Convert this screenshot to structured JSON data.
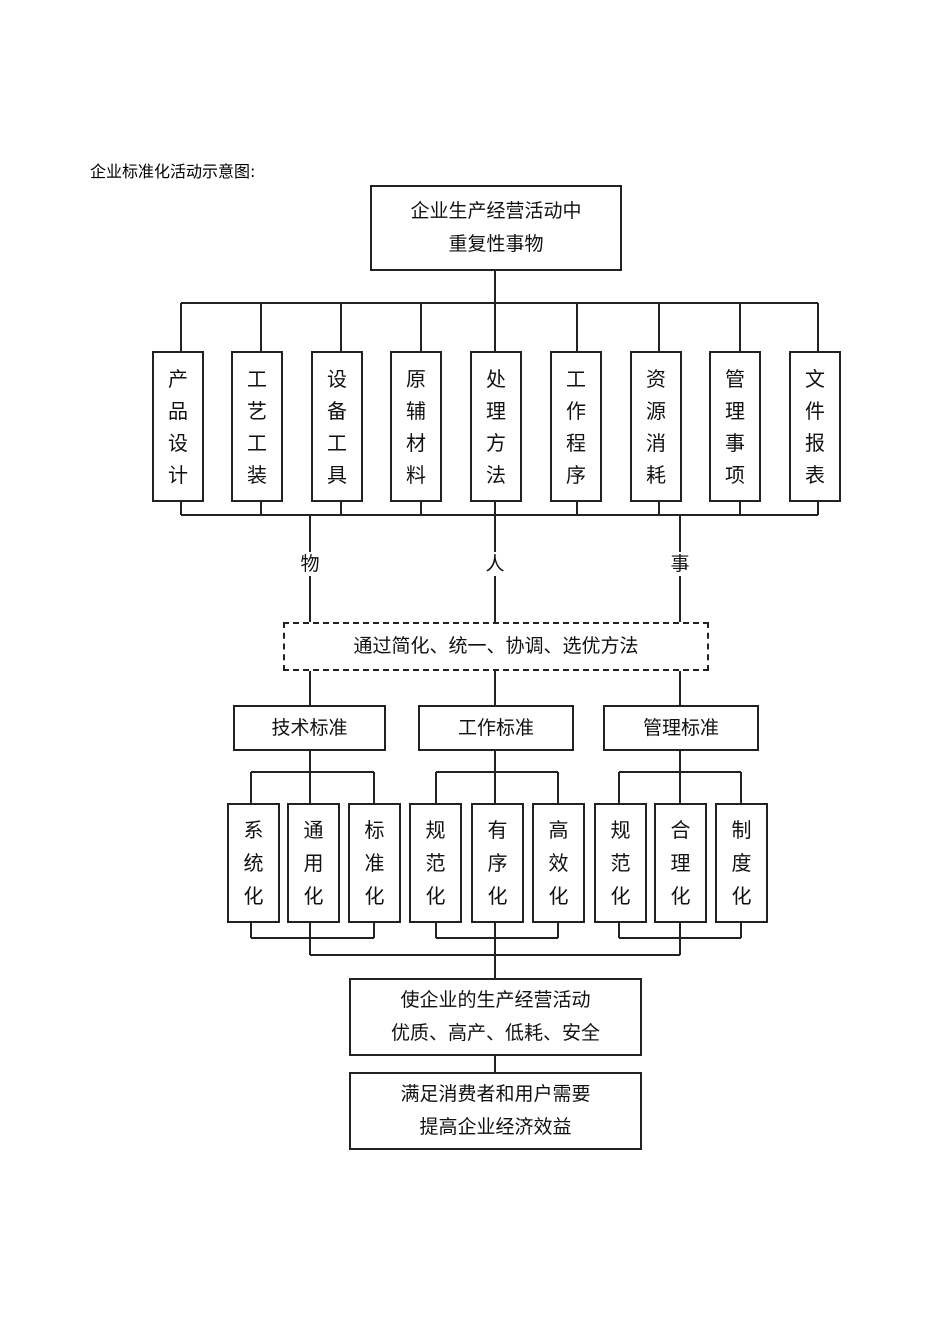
{
  "caption": "企业标准化活动示意图:",
  "top_box": "企业生产经营活动中\n重复性事物",
  "categories": [
    "产品设计",
    "工艺工装",
    "设备工具",
    "原辅材料",
    "处理方法",
    "工作程序",
    "资源消耗",
    "管理事项",
    "文件报表"
  ],
  "groups": [
    "物",
    "人",
    "事"
  ],
  "method": "通过简化、统一、协调、选优方法",
  "standards": [
    {
      "name": "技术标准",
      "items": [
        "系统化",
        "通用化",
        "标准化"
      ]
    },
    {
      "name": "工作标准",
      "items": [
        "规范化",
        "有序化",
        "高效化"
      ]
    },
    {
      "name": "管理标准",
      "items": [
        "规范化",
        "合理化",
        "制度化"
      ]
    }
  ],
  "result1": "使企业的生产经营活动\n优质、高产、低耗、安全",
  "result2": "满足消费者和用户需要\n提高企业经济效益"
}
